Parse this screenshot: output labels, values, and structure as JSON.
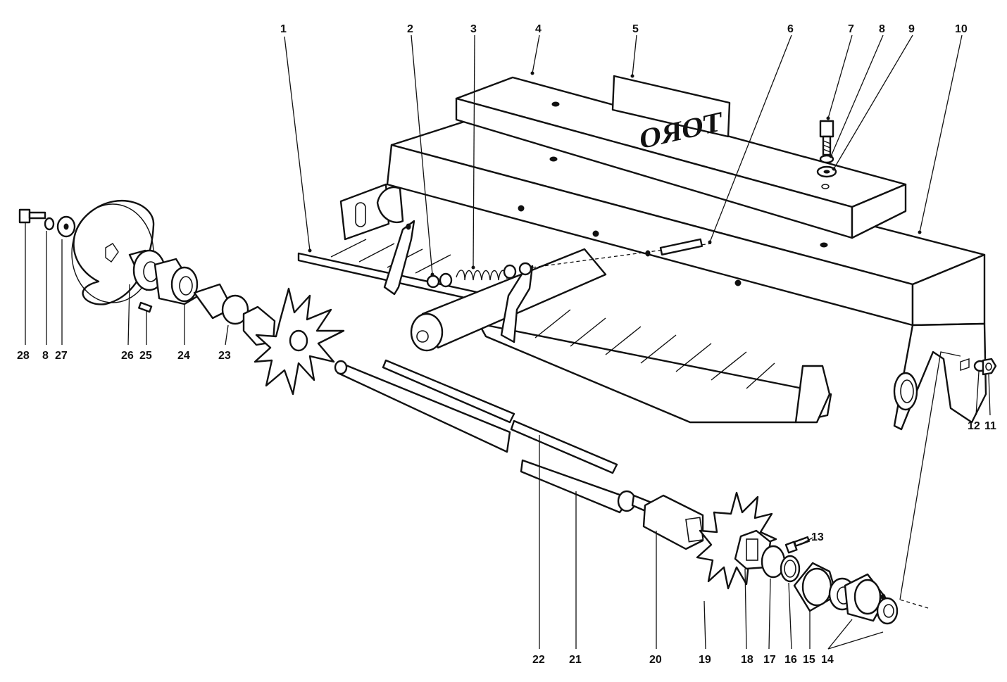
{
  "figure": {
    "logo_text": "TORO",
    "callouts": [
      {
        "id": "c1",
        "text": "1"
      },
      {
        "id": "c2",
        "text": "2"
      },
      {
        "id": "c3",
        "text": "3"
      },
      {
        "id": "c4",
        "text": "4"
      },
      {
        "id": "c5",
        "text": "5"
      },
      {
        "id": "c6",
        "text": "6"
      },
      {
        "id": "c7",
        "text": "7"
      },
      {
        "id": "c8top",
        "text": "8"
      },
      {
        "id": "c9",
        "text": "9"
      },
      {
        "id": "c10",
        "text": "10"
      },
      {
        "id": "c11",
        "text": "11"
      },
      {
        "id": "c12",
        "text": "12"
      },
      {
        "id": "c13",
        "text": "13"
      },
      {
        "id": "c14",
        "text": "14"
      },
      {
        "id": "c15",
        "text": "15"
      },
      {
        "id": "c16",
        "text": "16"
      },
      {
        "id": "c17",
        "text": "17"
      },
      {
        "id": "c18",
        "text": "18"
      },
      {
        "id": "c19",
        "text": "19"
      },
      {
        "id": "c20",
        "text": "20"
      },
      {
        "id": "c21",
        "text": "21"
      },
      {
        "id": "c22",
        "text": "22"
      },
      {
        "id": "c23",
        "text": "23"
      },
      {
        "id": "c24",
        "text": "24"
      },
      {
        "id": "c25",
        "text": "25"
      },
      {
        "id": "c26",
        "text": "26"
      },
      {
        "id": "c27",
        "text": "27"
      },
      {
        "id": "c8left",
        "text": "8"
      },
      {
        "id": "c28",
        "text": "28"
      }
    ]
  }
}
